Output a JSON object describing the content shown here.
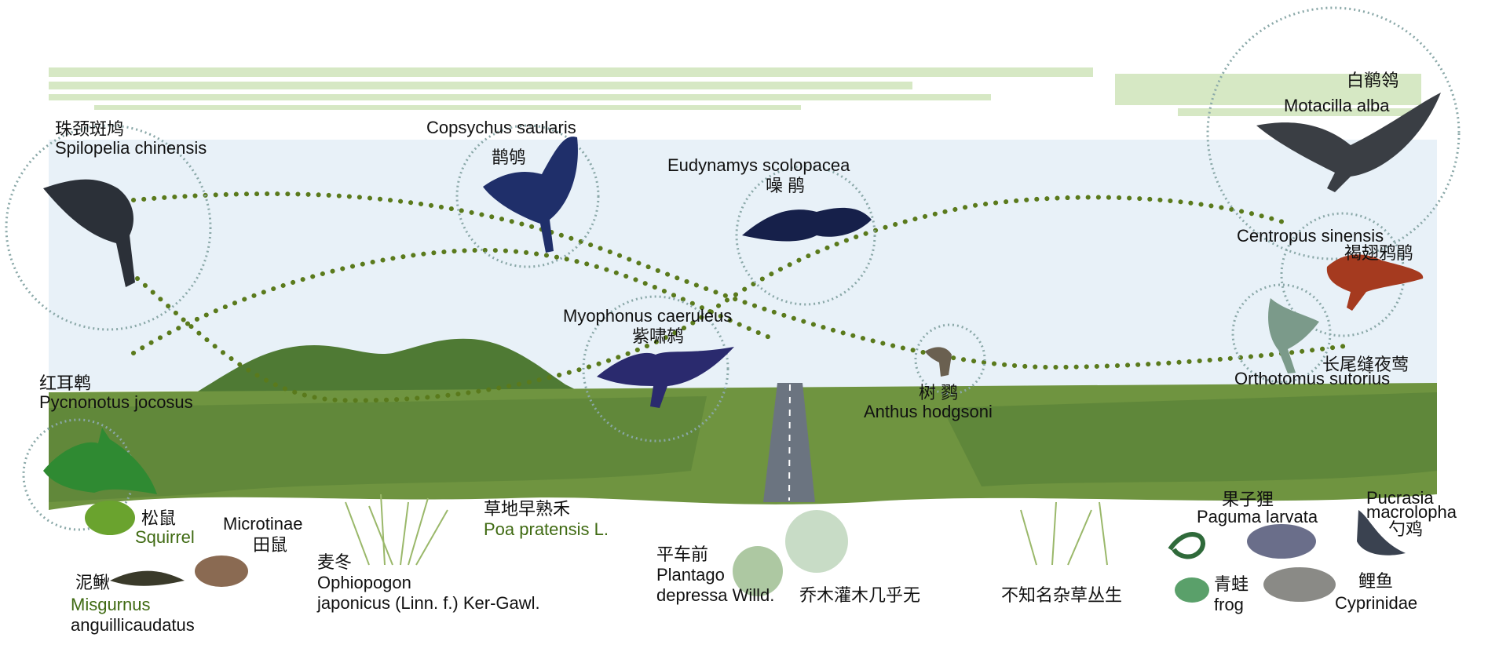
{
  "colors": {
    "sky": "#e8f1f8",
    "hill": "#4f7a34",
    "field": "#6f9440",
    "trail": "#5a7a1c",
    "ring": "#8aa8a8",
    "road": "#6b7480",
    "band_green": "#d6e8c4"
  },
  "birds": [
    {
      "id": "spilopelia",
      "cn": "珠颈斑鸠",
      "latin": "Spilopelia chinensis"
    },
    {
      "id": "copsychus",
      "cn": "鹊鸲",
      "latin": "Copsychus saularis"
    },
    {
      "id": "eudynamys",
      "cn": "噪 鹃",
      "latin": "Eudynamys scolopacea"
    },
    {
      "id": "motacilla",
      "cn": "白鹡鸰",
      "latin": "Motacilla alba"
    },
    {
      "id": "centropus",
      "cn": "褐翅鸦鹃",
      "latin": "Centropus sinensis"
    },
    {
      "id": "myophonus",
      "cn": "紫啸鸫",
      "latin": "Myophonus caeruleus"
    },
    {
      "id": "anthus",
      "cn": "树 鹨",
      "latin": "Anthus hodgsoni"
    },
    {
      "id": "orthotomus",
      "cn": "长尾缝夜莺",
      "latin": "Orthotomus sutorius"
    },
    {
      "id": "pycnonotus",
      "cn": "红耳鹎",
      "latin": "Pycnonotus jocosus"
    }
  ],
  "ground": {
    "squirrel": {
      "cn": "松鼠",
      "en": "Squirrel"
    },
    "microtinae": {
      "latin": "Microtinae",
      "cn": "田鼠"
    },
    "loach": {
      "cn": "泥鳅",
      "latin1": "Misgurnus",
      "latin2": "anguillicaudatus"
    },
    "ophiopogon": {
      "cn": "麦冬",
      "latin1": "Ophiopogon",
      "latin2": "japonicus (Linn. f.) Ker-Gawl."
    },
    "poa": {
      "cn": "草地早熟禾",
      "latin": "Poa pratensis L."
    },
    "plantago": {
      "cn": "平车前",
      "latin1": "Plantago",
      "latin2": "depressa Willd.",
      "note": "乔木灌木几乎无"
    },
    "weeds": {
      "cn": "不知名杂草丛生"
    },
    "paguma": {
      "cn": "果子狸",
      "latin": "Paguma larvata"
    },
    "pucrasia": {
      "latin1": "Pucrasia",
      "latin2": "macrolopha",
      "cn": "勺鸡"
    },
    "frog": {
      "cn": "青蛙",
      "en": "frog"
    },
    "carp": {
      "cn": "鲤鱼",
      "latin": "Cyprinidae"
    }
  }
}
